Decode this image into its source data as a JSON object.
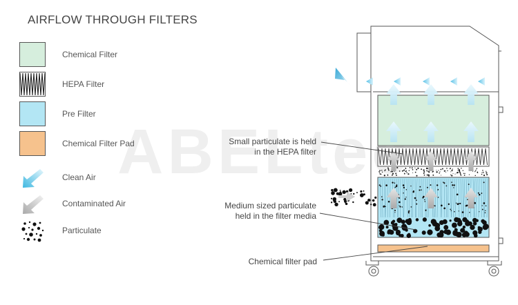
{
  "title": "AIRFLOW THROUGH FILTERS",
  "legend": {
    "chemical_filter": "Chemical Filter",
    "hepa_filter": "HEPA Filter",
    "pre_filter": "Pre Filter",
    "chemical_filter_pad": "Chemical Filter Pad",
    "clean_air": "Clean Air",
    "contaminated_air": "Contaminated Air",
    "particulate": "Particulate"
  },
  "callouts": {
    "small_particulate_line1": "Small particulate is held",
    "small_particulate_line2": "in the HEPA filter",
    "medium_particulate_line1": "Medium sized particulate",
    "medium_particulate_line2": "held in the filter media",
    "chemical_pad": "Chemical filter pad"
  },
  "watermark": "ABELtec",
  "colors": {
    "chemical_filter": "#d6eedd",
    "pre_filter": "#b3e6f4",
    "chemical_pad": "#f6c28d",
    "clean_air": "#3db7e0",
    "contaminated_air": "#b9b9b9",
    "outline": "#555555"
  }
}
